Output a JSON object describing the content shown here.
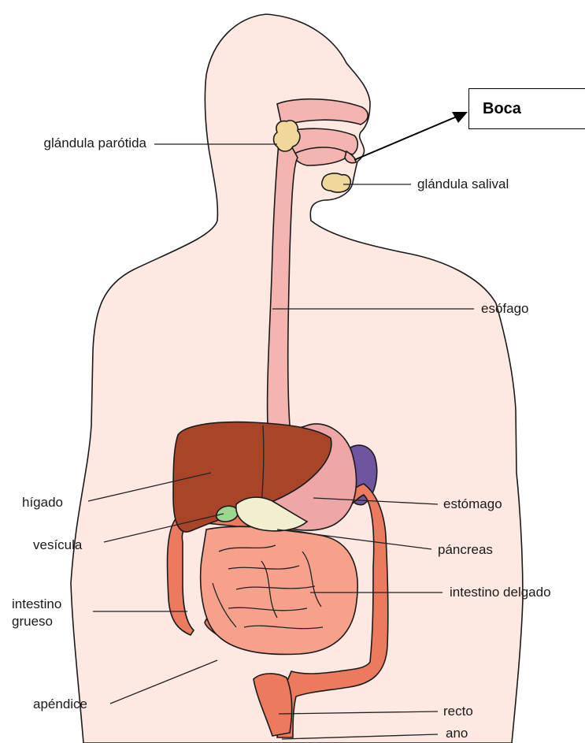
{
  "labels": {
    "parotid": "glándula parótida",
    "mouth": "Boca",
    "salivary": "glándula salival",
    "esophagus": "esófago",
    "liver": "hígado",
    "stomach": "estómago",
    "gallbladder": "vesícula",
    "pancreas": "páncreas",
    "large_intestine": "intestino grueso",
    "small_intestine": "intestino delgado",
    "appendix": "apéndice",
    "rectum": "recto",
    "anus": "ano"
  },
  "colors": {
    "body": "#fde8e2",
    "esophagus": "#f4b4b0",
    "liver": "#a84529",
    "stomach": "#eea6a6",
    "spleen": "#6f55a0",
    "gallbladder": "#9cd690",
    "pancreas": "#f1efcf",
    "small_intestine": "#f7a18c",
    "large_intestine": "#ec7a5e",
    "gland": "#f0d79a"
  }
}
